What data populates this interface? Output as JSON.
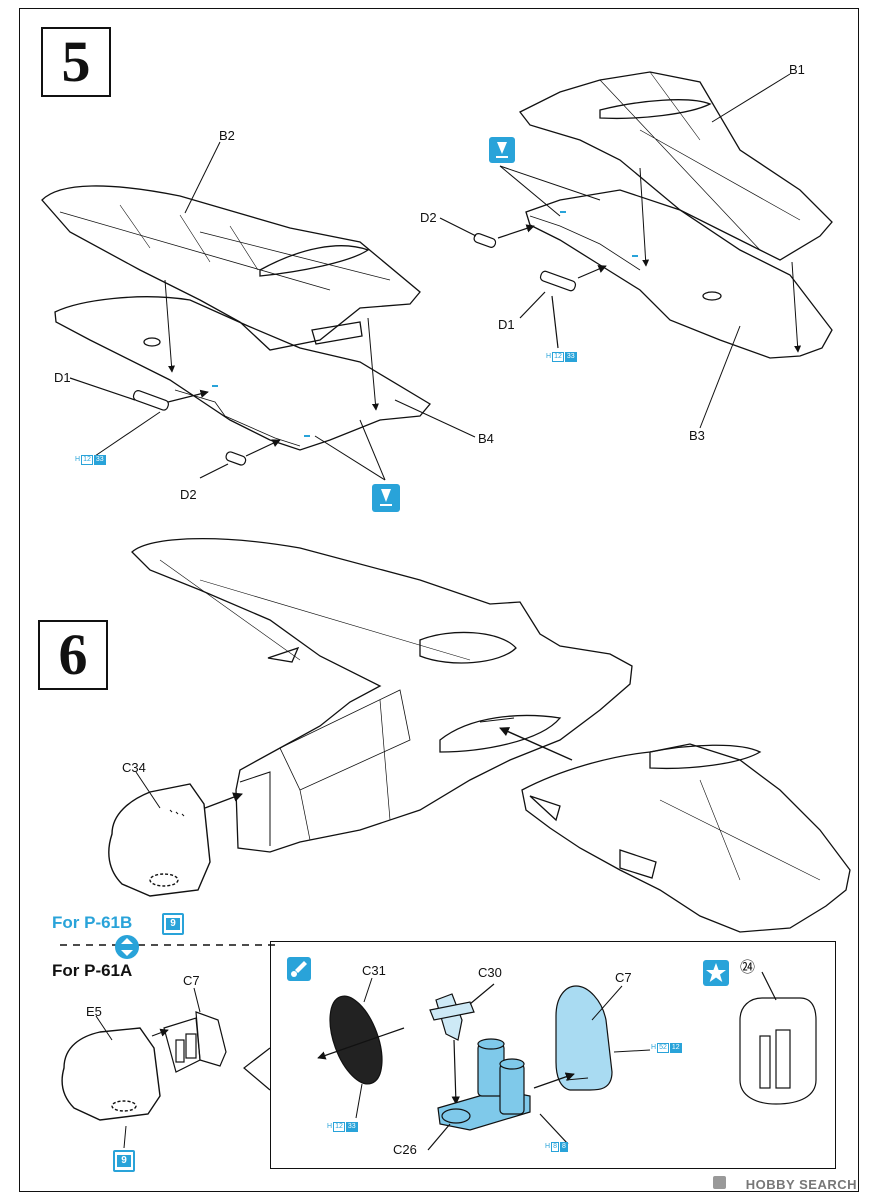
{
  "steps": {
    "step5": "5",
    "step6": "6"
  },
  "parts": {
    "b2": "B2",
    "b1": "B1",
    "b4": "B4",
    "b3": "B3",
    "d1_left": "D1",
    "d2_left": "D2",
    "d1_right": "D1",
    "d2_right": "D2",
    "c34": "C34",
    "c7_left": "C7",
    "e5": "E5",
    "c31": "C31",
    "c30": "C30",
    "c7_detail": "C7",
    "c26": "C26",
    "decal_24": "㉔"
  },
  "variants": {
    "p61b": "For P-61B",
    "p61a": "For P-61A"
  },
  "paint_codes": {
    "h12_33_left": {
      "prefix": "H",
      "a": "12",
      "b": "33"
    },
    "h12_33_right": {
      "prefix": "H",
      "a": "12",
      "b": "33"
    },
    "h12_33_detail": {
      "prefix": "H",
      "a": "12",
      "b": "33"
    },
    "h52_12": {
      "prefix": "H",
      "a": "52",
      "b": "12"
    },
    "h8_8": {
      "prefix": "H",
      "a": "8",
      "b": "8"
    }
  },
  "decals": {
    "decal_9_top": "9",
    "decal_9_bottom": "9"
  },
  "icons": {
    "glue": "glue-icon",
    "paint": "paint-brush-icon",
    "decal": "decal-star-icon",
    "swap": "swap-arrows-icon"
  },
  "colors": {
    "accent": "#29a3d9",
    "line": "#111111"
  },
  "watermark": "HOBBY SEARCH"
}
